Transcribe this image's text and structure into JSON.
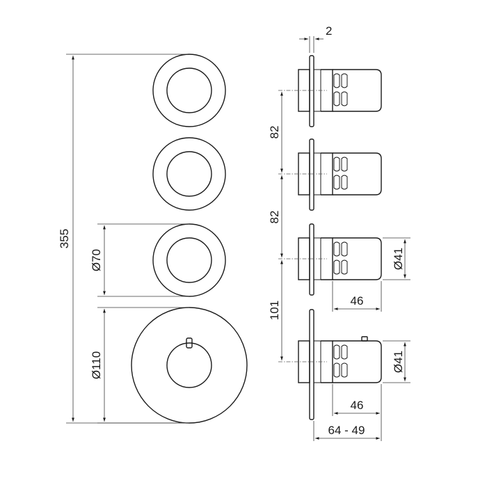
{
  "dimensions": {
    "plate_thickness": "2",
    "pitch_1": "82",
    "pitch_2": "82",
    "pitch_3": "101",
    "overall_height": "355",
    "diameter_small": "Ø70",
    "diameter_large": "Ø110",
    "knob_diameter_1": "Ø41",
    "knob_diameter_2": "Ø41",
    "knob_length_1": "46",
    "knob_length_2": "46",
    "projection_range": "64 - 49"
  }
}
